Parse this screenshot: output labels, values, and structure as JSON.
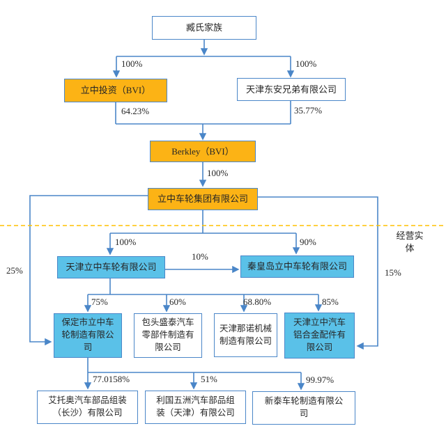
{
  "colors": {
    "line": "#4a86c8",
    "orange": "#fcb315",
    "blue": "#5ac1e8",
    "white_fill": "#ffffff",
    "divider": "#ffc000",
    "text": "#262626",
    "bg": "#ffffff"
  },
  "divider_label": "经营实\n体",
  "nodes": {
    "family": {
      "label": "臧氏家族"
    },
    "lz_invest": {
      "label": "立中投资（BVI）"
    },
    "dongan": {
      "label": "天津东安兄弟有限公司"
    },
    "berkley": {
      "label": "Berkley（BVI）"
    },
    "group": {
      "label": "立中车轮集团有限公司"
    },
    "tianjin_lz": {
      "label": "天津立中车轮有限公司"
    },
    "qhd": {
      "label": "秦皇岛立中车轮有限公司"
    },
    "baoding": {
      "label": "保定市立中车\n轮制造有限公\n司"
    },
    "baotou": {
      "label": "包头盛泰汽车\n零部件制造有\n限公司"
    },
    "nanuo": {
      "label": "天津那诺机械\n制造有限公司"
    },
    "alloy": {
      "label": "天津立中汽车\n铝合金配件有\n限公司"
    },
    "aituoao": {
      "label": "艾托奥汽车部品组装\n（长沙）有限公司"
    },
    "liguo": {
      "label": "利国五洲汽车部品组\n装（天津）有限公司"
    },
    "xintai": {
      "label": "新泰车轮制造有限公\n司"
    }
  },
  "percentages": {
    "family_to_lzinvest": "100%",
    "family_to_dongan": "100%",
    "lzinvest_to_berkley": "64.23%",
    "dongan_to_berkley": "35.77%",
    "berkley_to_group": "100%",
    "group_to_tianjin": "100%",
    "group_to_qhd": "90%",
    "tianjin_to_qhd": "10%",
    "group_to_baoding": "25%",
    "group_to_alloy": "15%",
    "tianjin_to_baoding": "75%",
    "tianjin_to_baotou": "60%",
    "tianjin_to_nanuo": "68.80%",
    "tianjin_to_alloy": "85%",
    "baoding_to_aituoao": "77.0158%",
    "baoding_to_liguo": "51%",
    "baoding_to_xintai": "99.97%"
  }
}
